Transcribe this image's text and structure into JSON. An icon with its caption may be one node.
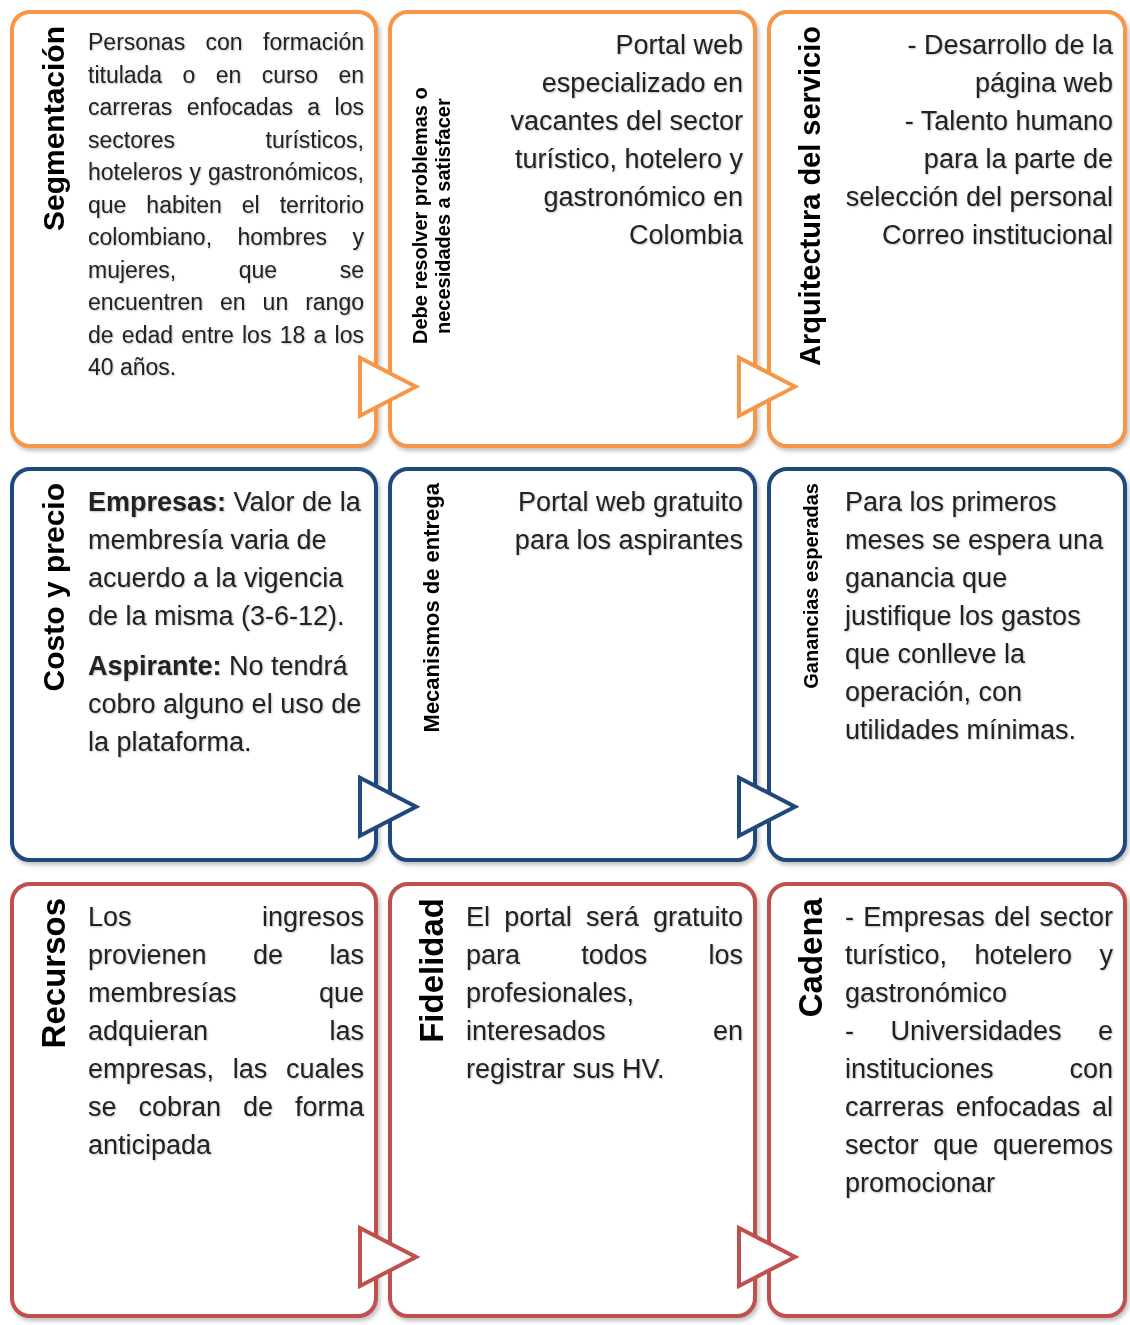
{
  "diagram": {
    "nodes": [
      {
        "text": [
          "Segmentación",
          "Personas con formación titulada o en curso en carreras enfocadas a los sectores turísticos, hoteleros y gastronómicos, que habiten el territorio colombiano, hombres y mujeres, que se encuentren en un rango de edad entre los 18 a los 40 años."
        ]
      },
      {
        "text": [
          "Debe resolver problemas o necesidades a satisfacer",
          "Portal web especializado en vacantes del sector turístico, hotelero y gastronómico en Colombia"
        ]
      },
      {
        "text": [
          "Arquitectura del servicio",
          "- Desarrollo de la página web",
          "- Talento humano para la parte de selección del personal",
          "Correo institucional"
        ]
      },
      {
        "text": [
          "Costo y precio",
          "**Empresas:** Valor de la membresía varia de acuerdo a la vigencia de la misma (3-6-12).",
          "**Aspirante:** No tendrá cobro alguno el uso de la plataforma."
        ]
      },
      {
        "text": [
          "Mecanismos de entrega",
          "Portal web gratuito para los aspirantes"
        ]
      },
      {
        "text": [
          "Ganancias esperadas",
          "Para los primeros meses se espera una ganancia que justifique los gastos que conlleve la operación, con utilidades mínimas."
        ]
      },
      {
        "text": [
          "Recursos",
          "Los ingresos provienen de las membresías que adquieran las empresas, las cuales se cobran de forma anticipada"
        ]
      },
      {
        "text": [
          "Fidelidad",
          "El portal será gratuito para todos los profesionales, interesados en registrar sus HV."
        ]
      },
      {
        "text": [
          "Cadena",
          "- Empresas del sector turístico, hotelero y gastronómico",
          "- Universidades e instituciones con carreras enfocadas al sector que queremos promocionar"
        ]
      }
    ],
    "edges": [
      {
        "from": 0,
        "to": 1,
        "arrow": "to",
        "color": "#f79646"
      },
      {
        "from": 1,
        "to": 2,
        "arrow": "to",
        "color": "#f79646"
      },
      {
        "from": 3,
        "to": 4,
        "arrow": "to",
        "color": "#1f497d"
      },
      {
        "from": 4,
        "to": 5,
        "arrow": "to",
        "color": "#1f497d"
      },
      {
        "from": 6,
        "to": 7,
        "arrow": "to",
        "color": "#c0504d"
      },
      {
        "from": 7,
        "to": 8,
        "arrow": "to",
        "color": "#c0504d"
      }
    ]
  }
}
